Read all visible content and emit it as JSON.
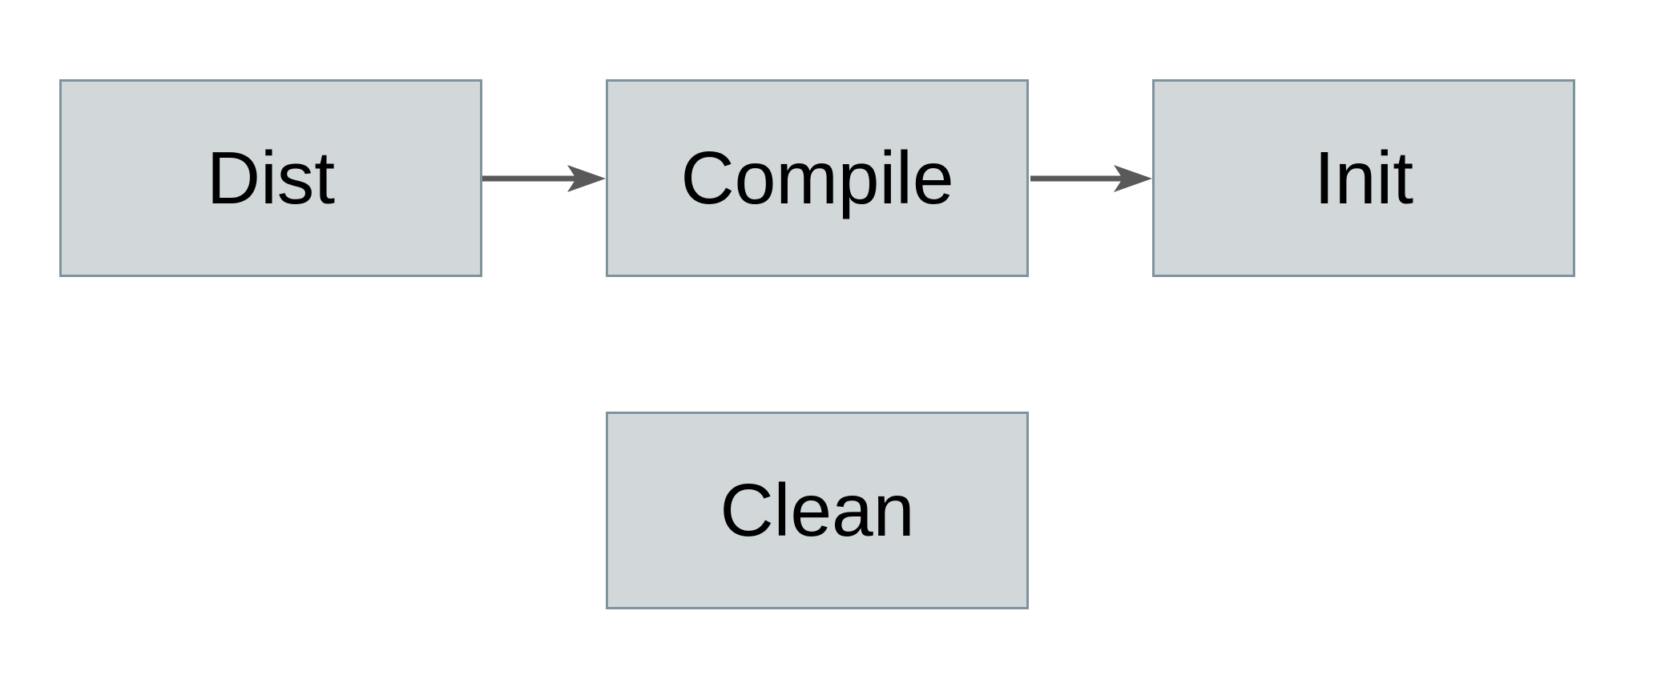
{
  "diagram": {
    "type": "flowchart",
    "background_color": "#ffffff",
    "node_fill_color": "#d2d8da",
    "node_border_color": "#7e939e",
    "arrow_color": "#595959",
    "text_color": "#000000",
    "nodes": [
      {
        "id": "dist",
        "label": "Dist"
      },
      {
        "id": "compile",
        "label": "Compile"
      },
      {
        "id": "init",
        "label": "Init"
      },
      {
        "id": "clean",
        "label": "Clean"
      }
    ],
    "edges": [
      {
        "from": "Dist",
        "to": "Compile"
      },
      {
        "from": "Compile",
        "to": "Init"
      }
    ]
  }
}
